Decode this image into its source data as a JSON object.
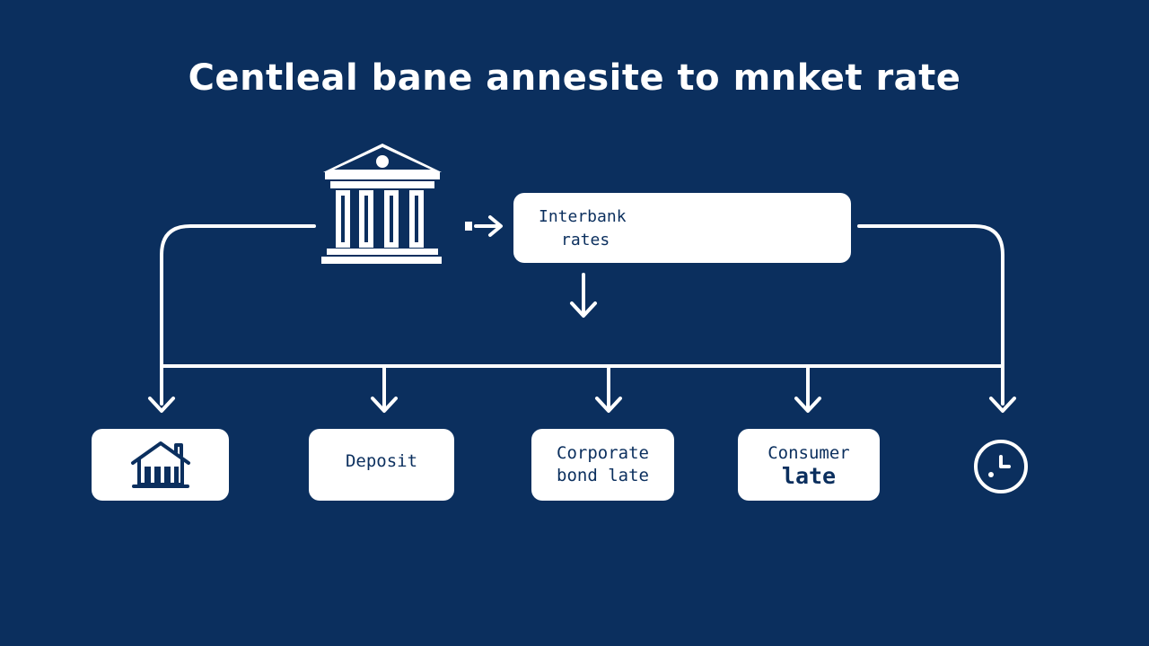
{
  "title": "Centleal bane annesite to mnket rate",
  "icons": {
    "source": "central-bank-icon",
    "housing": "house-icon",
    "time": "clock-icon"
  },
  "nodes": {
    "interbank": {
      "line1": "Interbank",
      "line2": "rates"
    },
    "deposit": "Deposit",
    "corporate": {
      "line1": "Corporate",
      "line2": "bond late"
    },
    "consumer": {
      "line1": "Consumer",
      "line2": "late"
    }
  },
  "colors": {
    "background": "#0b2f5e",
    "foreground": "#ffffff"
  }
}
